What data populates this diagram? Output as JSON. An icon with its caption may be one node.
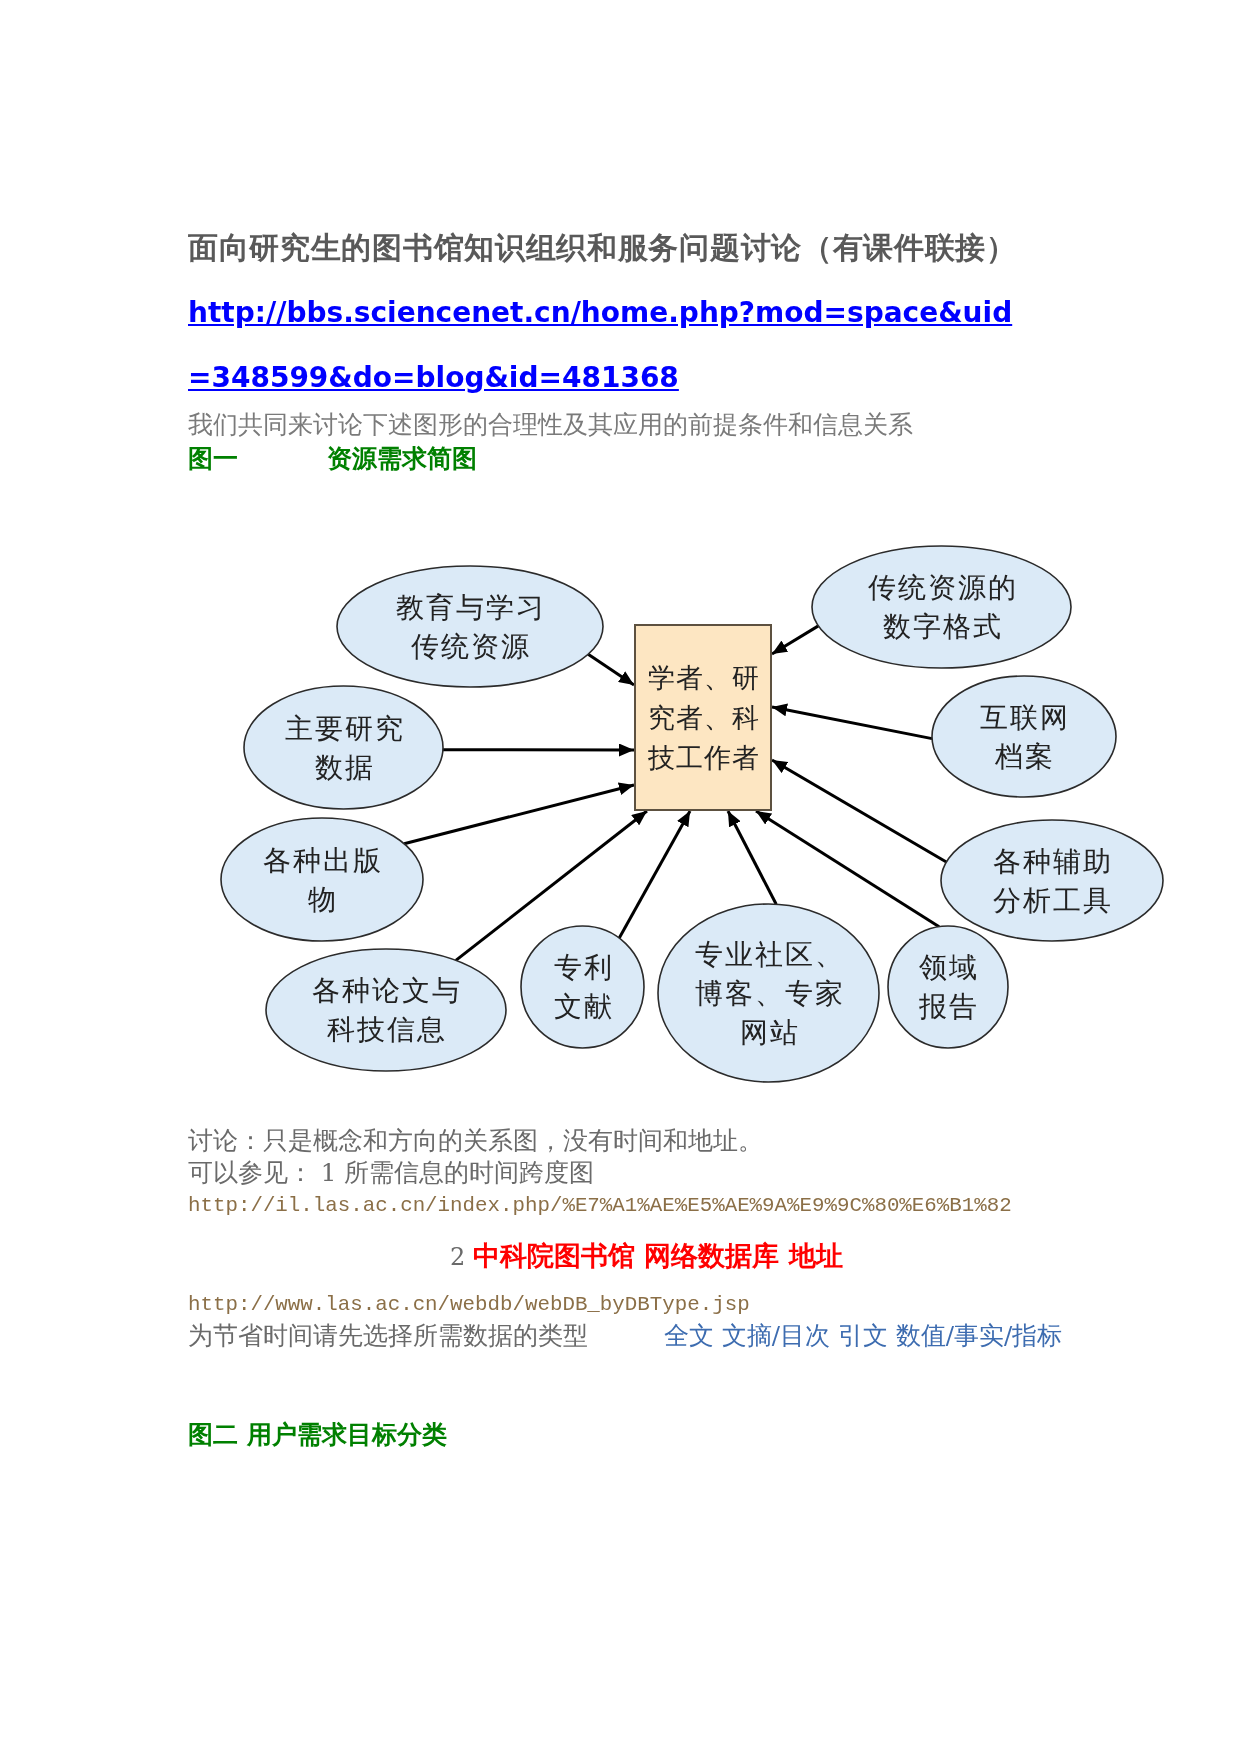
{
  "diagram": {
    "title": "面向研究生的图书馆知识组织和服务问题讨论（有课件联接）",
    "nodes": [
      {
        "text": [
          "教育与学习传统资源"
        ]
      },
      {
        "text": [
          "学者、研究者、科技工作者"
        ]
      },
      {
        "text": [
          "传统资源的数字格式"
        ]
      },
      {
        "text": [
          "主要研究数据"
        ]
      },
      {
        "text": [
          "互联网档案"
        ]
      },
      {
        "text": [
          "各种出版物"
        ]
      },
      {
        "text": [
          "各种辅助分析工具"
        ]
      },
      {
        "text": [
          "各种论文与科技信息"
        ]
      },
      {
        "text": [
          "专利文献"
        ]
      },
      {
        "text": [
          "专业社区、博客、专家网站"
        ]
      },
      {
        "text": [
          "领域报告"
        ]
      }
    ],
    "edges": [
      {
        "from": 0,
        "to": 1,
        "arrow": "to"
      },
      {
        "from": 2,
        "to": 1,
        "arrow": "to"
      },
      {
        "from": 3,
        "to": 1,
        "arrow": "to"
      },
      {
        "from": 4,
        "to": 1,
        "arrow": "to"
      },
      {
        "from": 5,
        "to": 1,
        "arrow": "to"
      },
      {
        "from": 6,
        "to": 1,
        "arrow": "to"
      },
      {
        "from": 7,
        "to": 1,
        "arrow": "to"
      },
      {
        "from": 8,
        "to": 1,
        "arrow": "to"
      },
      {
        "from": 9,
        "to": 1,
        "arrow": "to"
      },
      {
        "from": 10,
        "to": 1,
        "arrow": "to"
      }
    ],
    "labels": [
      "http://bbs.sciencenet.cn/home.php?mod=space&uid=348599&do=blog&id=481368",
      "我们共同来讨论下述图形的合理性及其应用的前提条件和信息关系",
      "图一",
      "资源需求简图",
      "讨论：只是概念和方向的关系图，没有时间和地址。",
      "可以参见： 1 所需信息的时间跨度图",
      "http://il.las.ac.cn/index.php/%E7%A1%AE%E5%AE%9A%E9%9C%80%E6%B1%82",
      "2 **中科院图书馆 网络数据库 地址**",
      "http://www.las.ac.cn/webdb/webDB_byDBType.jsp",
      "为节省时间请先选择所需数据的类型",
      "全文 文摘/目次 引文 数值/事实/指标",
      "图二 用户需求目标分类"
    ]
  }
}
